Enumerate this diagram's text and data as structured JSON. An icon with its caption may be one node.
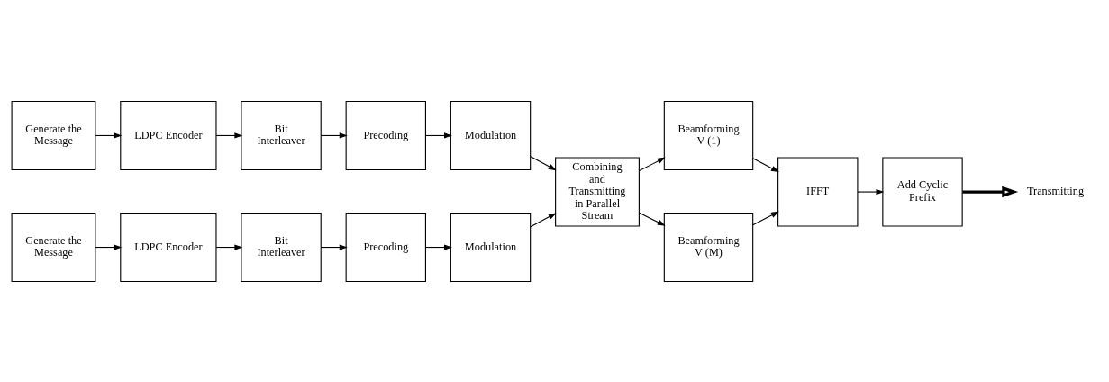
{
  "diagram": {
    "nodes": [
      {
        "text": [
          "Generate the Message"
        ]
      },
      {
        "text": [
          "LDPC Encoder"
        ]
      },
      {
        "text": [
          "Bit Interleaver"
        ]
      },
      {
        "text": [
          "Precoding"
        ]
      },
      {
        "text": [
          "Modulation"
        ]
      },
      {
        "text": [
          "Beamforming V (1)"
        ]
      },
      {
        "text": [
          "Transmitting"
        ]
      },
      {
        "text": [
          "Combining and Transmitting in Parallel Stream"
        ]
      },
      {
        "text": [
          "IFFT"
        ]
      },
      {
        "text": [
          "Add Cyclic Prefix"
        ]
      },
      {
        "text": [
          "Generate the Message"
        ]
      },
      {
        "text": [
          "LDPC Encoder"
        ]
      },
      {
        "text": [
          "Bit Interleaver"
        ]
      },
      {
        "text": [
          "Precoding"
        ]
      },
      {
        "text": [
          "Modulation"
        ]
      },
      {
        "text": [
          "Beamforming V (M)"
        ]
      }
    ],
    "edges": [
      {
        "from": 0,
        "to": 1,
        "arrow": "to"
      },
      {
        "from": 1,
        "to": 2,
        "arrow": "to"
      },
      {
        "from": 2,
        "to": 3,
        "arrow": "to"
      },
      {
        "from": 3,
        "to": 4,
        "arrow": "to"
      },
      {
        "from": 4,
        "to": 7,
        "arrow": "to"
      },
      {
        "from": 10,
        "to": 11,
        "arrow": "to"
      },
      {
        "from": 11,
        "to": 12,
        "arrow": "to"
      },
      {
        "from": 12,
        "to": 13,
        "arrow": "to"
      },
      {
        "from": 13,
        "to": 14,
        "arrow": "to"
      },
      {
        "from": 14,
        "to": 7,
        "arrow": "to"
      },
      {
        "from": 7,
        "to": 5,
        "arrow": "to"
      },
      {
        "from": 7,
        "to": 15,
        "arrow": "to"
      },
      {
        "from": 5,
        "to": 8,
        "arrow": "to"
      },
      {
        "from": 15,
        "to": 8,
        "arrow": "to"
      },
      {
        "from": 8,
        "to": 9,
        "arrow": "to"
      },
      {
        "from": 9,
        "to": 6,
        "arrow": "to",
        "style": "thick"
      }
    ]
  }
}
